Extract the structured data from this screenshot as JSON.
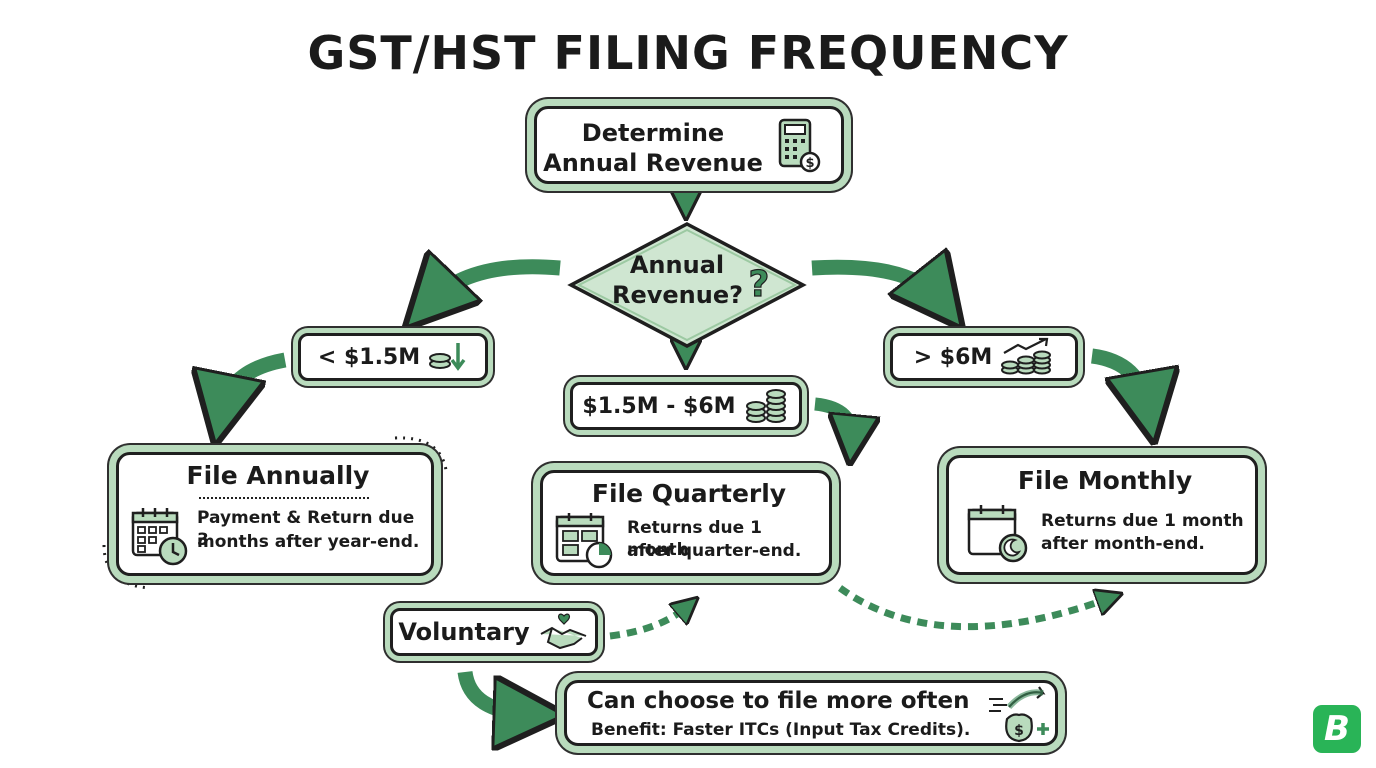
{
  "title": "GST/HST FILING FREQUENCY",
  "start": {
    "line1": "Determine",
    "line2": "Annual Revenue"
  },
  "decision": {
    "line1": "Annual",
    "line2": "Revenue?"
  },
  "tiers": {
    "low": "< $1.5M",
    "mid": "$1.5M - $6M",
    "high": "> $6M"
  },
  "annual": {
    "heading": "File Annually",
    "line1": "Payment & Return due 3",
    "line2": "months after year-end."
  },
  "quarterly": {
    "heading": "File Quarterly",
    "line1": "Returns due 1 month",
    "line2": "after quarter-end."
  },
  "monthly": {
    "heading": "File Monthly",
    "line1": "Returns due 1 month",
    "line2": "after month-end."
  },
  "voluntary": {
    "label": "Voluntary"
  },
  "choose": {
    "heading": "Can choose to file more often",
    "benefit": "Benefit: Faster ITCs (Input Tax Credits)."
  },
  "logo": "B",
  "colors": {
    "accent": "#3d8b5a",
    "fill": "#b9dbbd",
    "ink": "#1f1f1f",
    "brand": "#29b457"
  },
  "icons": [
    "calculator-icon",
    "question-mark-icon",
    "coins-down-icon",
    "coin-stack-icon",
    "coins-up-chart-icon",
    "calendar-clock-icon",
    "calendar-quarter-icon",
    "calendar-moon-icon",
    "handshake-heart-icon",
    "money-bag-arrow-icon"
  ]
}
